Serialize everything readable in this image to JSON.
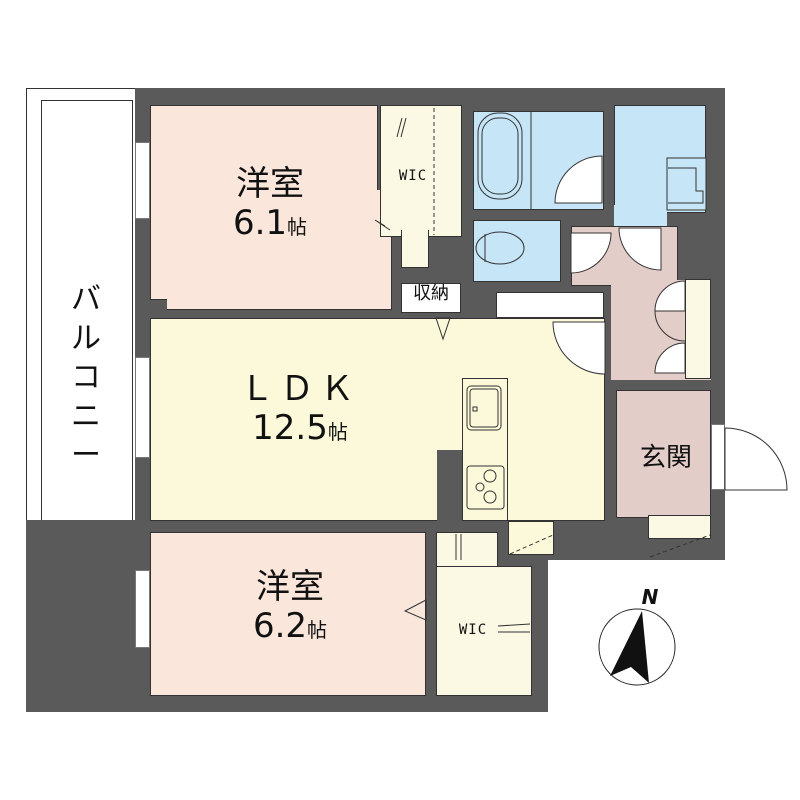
{
  "floorplan": {
    "colors": {
      "wall": "#5a5a5a",
      "western_room": "#fbe6dc",
      "ldk": "#fbf9da",
      "wet_area": "#c6e5f7",
      "entrance_hall": "#e3cdc8",
      "closet": "#fbf8e4",
      "balcony": "#ffffff"
    },
    "rooms": {
      "western_room_1": {
        "name": "洋室",
        "size": "6.1",
        "unit": "帖"
      },
      "ldk": {
        "name": "ＬＤＫ",
        "size": "12.5",
        "unit": "帖"
      },
      "western_room_2": {
        "name": "洋室",
        "size": "6.2",
        "unit": "帖"
      },
      "wic_1": {
        "name": "WIC"
      },
      "wic_2": {
        "name": "WIC"
      },
      "storage": {
        "name": "収納"
      },
      "entrance": {
        "name": "玄関"
      },
      "balcony": {
        "name": "バルコニー"
      }
    },
    "compass": {
      "label": "N"
    }
  }
}
